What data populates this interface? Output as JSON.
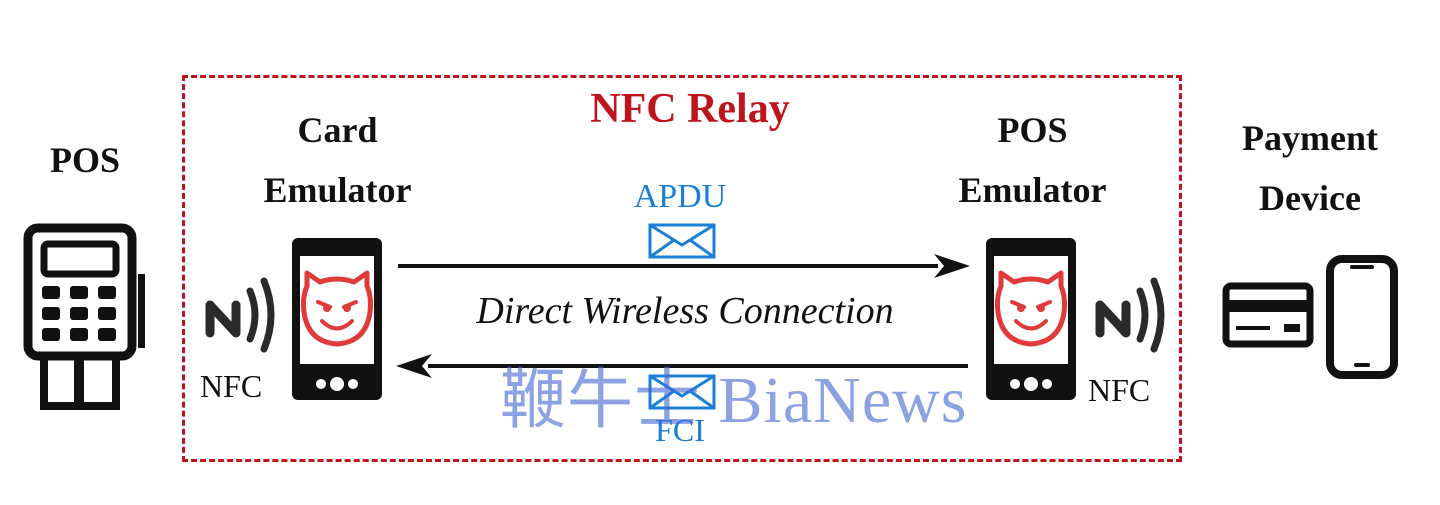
{
  "pos_title": "POS",
  "payment_title": [
    "Payment",
    "Device"
  ],
  "relay_title": "NFC Relay",
  "card_emulator_title": [
    "Card",
    "Emulator"
  ],
  "pos_emulator_title": [
    "POS",
    "Emulator"
  ],
  "apdu_label": "APDU",
  "fci_label": "FCI",
  "connection_label": "Direct Wireless Connection",
  "nfc_left": "NFC",
  "nfc_right": "NFC",
  "watermark": "鞭牛士 BiaNews",
  "colors": {
    "relay": "#c0141c",
    "message": "#1a7fd6",
    "devil": "#e03a3a"
  },
  "icons": [
    "pos-terminal-icon",
    "phone-icon",
    "devil-face-icon",
    "nfc-waves-icon",
    "envelope-icon",
    "credit-card-icon",
    "smartphone-icon"
  ]
}
